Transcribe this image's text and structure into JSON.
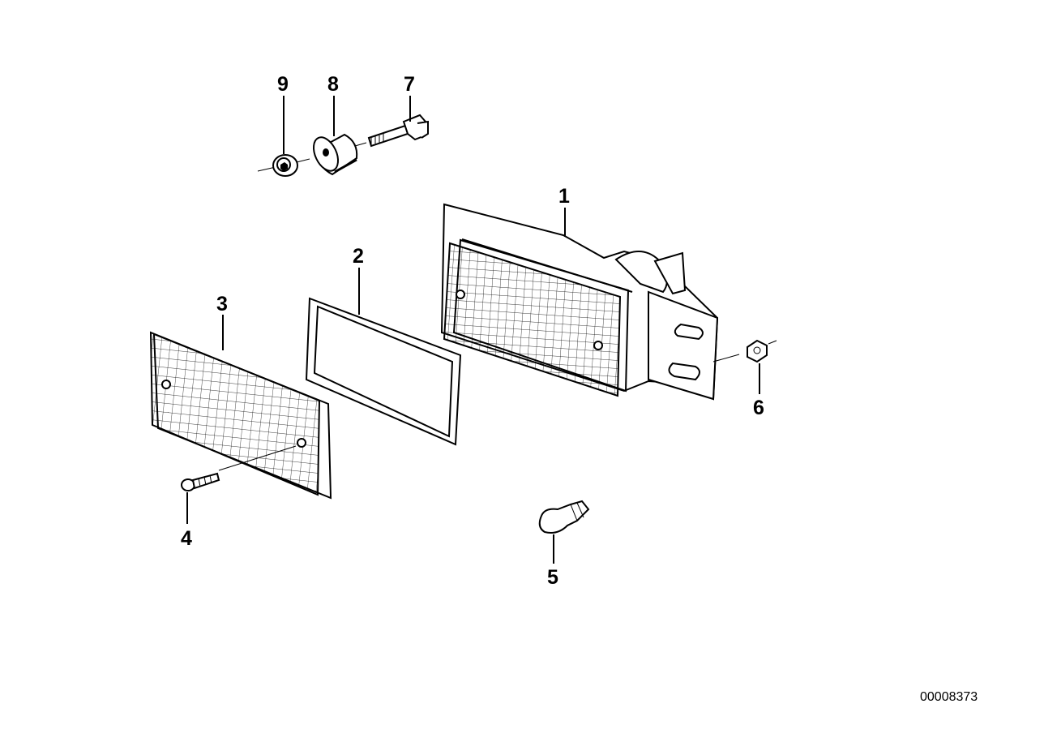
{
  "callouts": {
    "c1": "1",
    "c2": "2",
    "c3": "3",
    "c4": "4",
    "c5": "5",
    "c6": "6",
    "c7": "7",
    "c8": "8",
    "c9": "9"
  },
  "diagram_id": "00008373"
}
